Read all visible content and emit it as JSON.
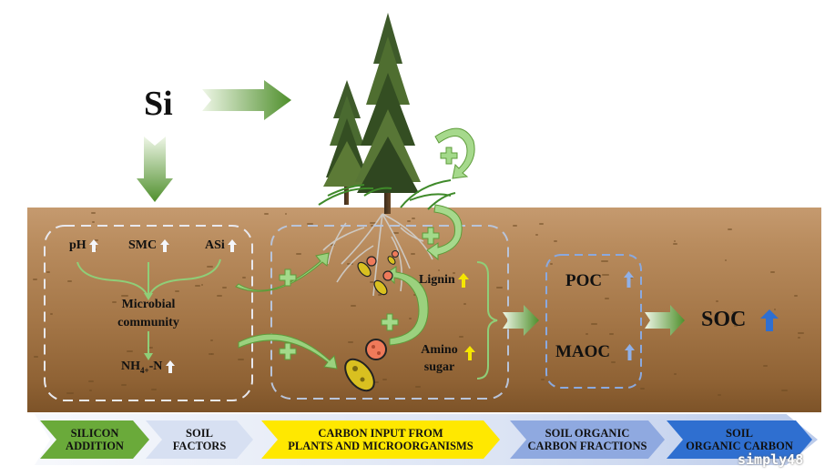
{
  "title_element": "Si",
  "soil_factors": {
    "items": [
      {
        "label": "pH",
        "trend": "up"
      },
      {
        "label": "SMC",
        "trend": "up"
      },
      {
        "label": "ASi",
        "trend": "up"
      }
    ],
    "microbial": "Microbial community",
    "microbial_line1": "Microbial",
    "microbial_line2": "community",
    "nh4_main": "NH",
    "nh4_sub": "4+",
    "nh4_tail": "-N",
    "nh4_trend": "up"
  },
  "carbon_input": {
    "lignin": "Lignin",
    "lignin_trend": "up",
    "amino_line1": "Amino",
    "amino_line2": "sugar",
    "amino_trend": "up",
    "plus_symbol": "+"
  },
  "fractions": {
    "poc": "POC",
    "poc_trend": "up",
    "maoc": "MAOC",
    "maoc_trend": "up"
  },
  "soc": {
    "label": "SOC",
    "trend": "up"
  },
  "banner": [
    {
      "line1": "SILICON",
      "line2": "ADDITION",
      "color": "#6aaa3a"
    },
    {
      "line1": "SOIL",
      "line2": "FACTORS",
      "color": "#d7e0f2"
    },
    {
      "line1": "CARBON INPUT FROM",
      "line2": "PLANTS AND MICROORGANISMS",
      "color": "#ffe800"
    },
    {
      "line1": "SOIL ORGANIC",
      "line2": "CARBON FRACTIONS",
      "color": "#8fa9e0"
    },
    {
      "line1": "SOIL",
      "line2": "ORGANIC CARBON",
      "color": "#2f6fd0"
    }
  ],
  "colors": {
    "green_arrow": "#5c9a3a",
    "white_arrow": "#f2f5fb",
    "yellow_arrow": "#f5e600",
    "light_blue_arrow": "#8fb0e8",
    "blue_arrow": "#2f6fd0",
    "soil_top": "#c59a6f",
    "soil_bottom": "#7d5328"
  },
  "watermark": "simply48"
}
